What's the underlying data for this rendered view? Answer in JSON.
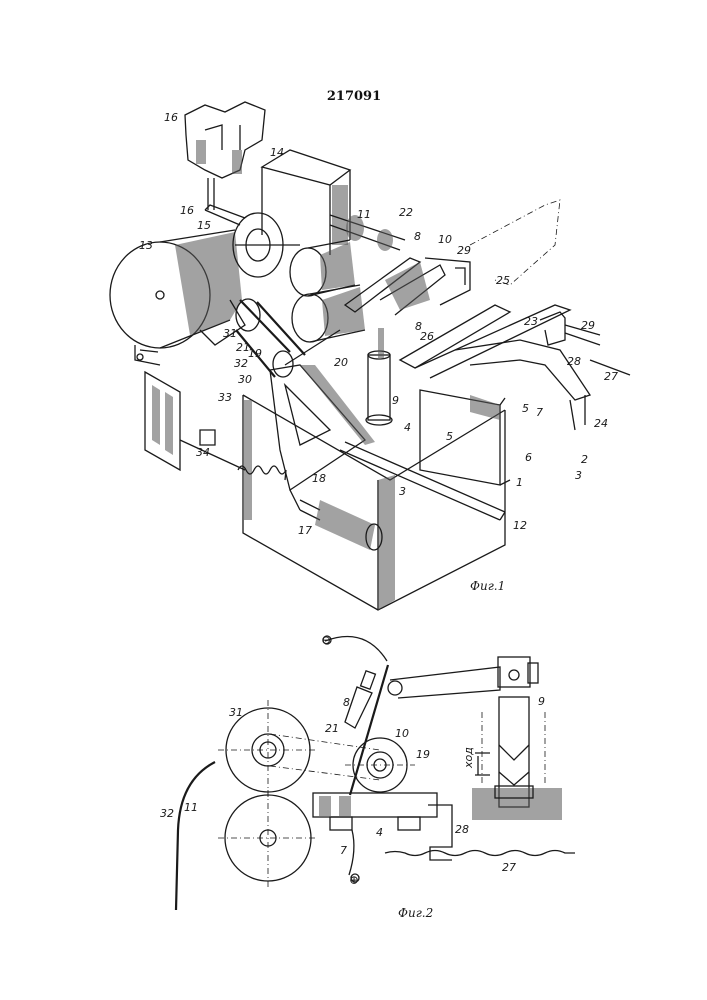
{
  "document_number": "217091",
  "figure1": {
    "caption": "Фиг.1",
    "labels": [
      "16",
      "14",
      "11",
      "22",
      "16",
      "15",
      "13",
      "8",
      "10",
      "29",
      "25",
      "31",
      "21",
      "19",
      "32",
      "30",
      "20",
      "8",
      "26",
      "23",
      "29",
      "28",
      "33",
      "9",
      "4",
      "5",
      "5",
      "7",
      "24",
      "27",
      "6",
      "2",
      "3",
      "1",
      "34",
      "18",
      "3",
      "12",
      "17"
    ]
  },
  "figure2": {
    "caption": "Фиг.2",
    "stroke_label": "ход",
    "minus_sign": "⊖",
    "plus_sign": "⊕",
    "labels": [
      "8",
      "31",
      "21",
      "10",
      "19",
      "9",
      "11",
      "4",
      "28",
      "32",
      "7",
      "27"
    ]
  }
}
